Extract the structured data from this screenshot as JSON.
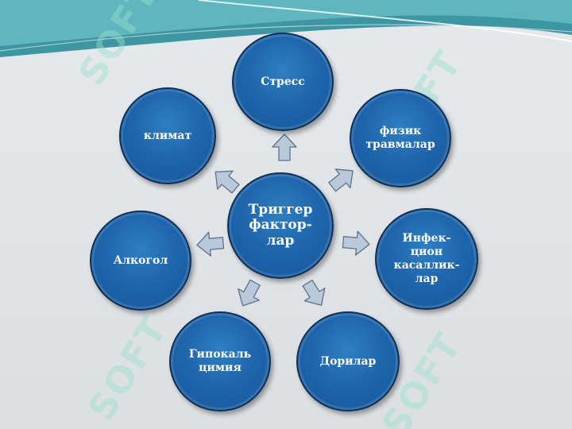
{
  "diagram": {
    "center": {
      "label": "Триггер\nфактор-\nлар"
    },
    "nodes": [
      {
        "id": "stress",
        "label": "Стресс"
      },
      {
        "id": "physical",
        "label": "физик\nтравмалар"
      },
      {
        "id": "infection",
        "label": "Инфек-\nцион\nкасаллик-\nлар"
      },
      {
        "id": "drugs",
        "label": "Дорилар"
      },
      {
        "id": "hypocalc",
        "label": "Гипокаль\nцимия"
      },
      {
        "id": "alcohol",
        "label": "Алкогол"
      },
      {
        "id": "climate",
        "label": "климат"
      }
    ]
  },
  "watermark": {
    "text": "SOFT"
  },
  "colors": {
    "node_fill": "#1f66ad",
    "node_border": "#0e2f56",
    "arrow_fill": "#b9c9dc",
    "wave_teal": "#4fa9b3"
  }
}
